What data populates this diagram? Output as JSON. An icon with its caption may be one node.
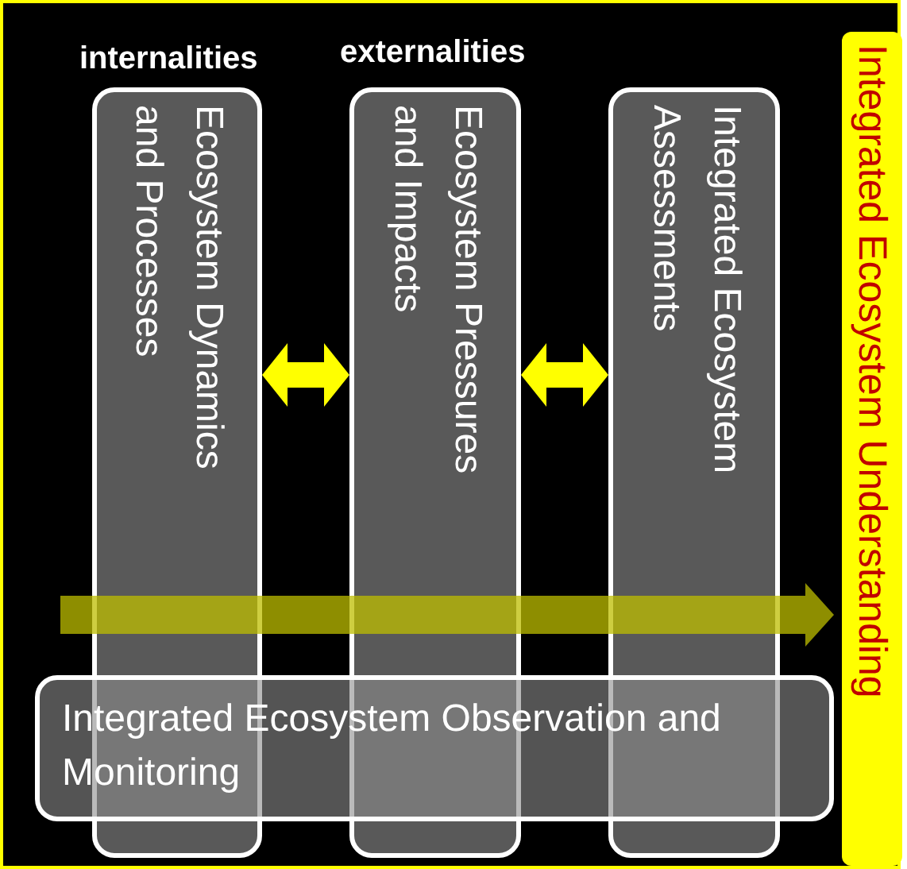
{
  "diagram": {
    "nodes": [
      {
        "text": [
          "Ecosystem Dynamics and Processes"
        ]
      },
      {
        "text": [
          "Ecosystem Pressures and Impacts"
        ]
      },
      {
        "text": [
          "Integrated Ecosystem Assessments"
        ]
      },
      {
        "text": [
          "Integrated Ecosystem Understanding"
        ]
      },
      {
        "text": [
          "Integrated Ecosystem Observation and Monitoring"
        ]
      }
    ],
    "edges": [
      {
        "from": 0,
        "to": 1,
        "arrow": "both"
      },
      {
        "from": 1,
        "to": 2,
        "arrow": "both"
      },
      {
        "from": null,
        "to": 3,
        "arrow": "to"
      }
    ],
    "labels": [
      "internalities",
      "externalities"
    ]
  }
}
